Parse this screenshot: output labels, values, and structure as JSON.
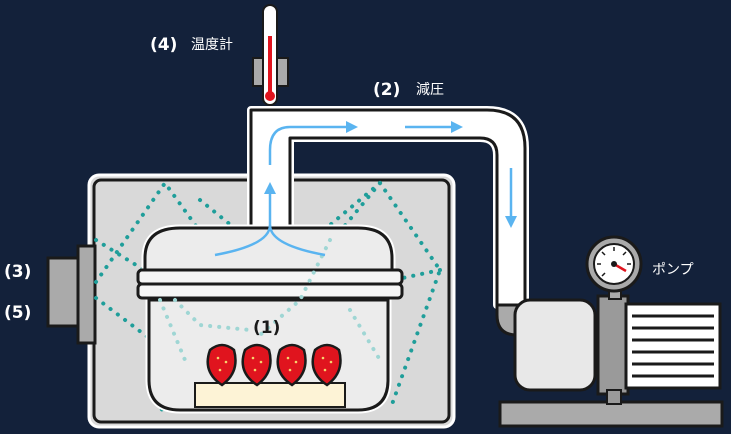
{
  "labels": {
    "item1_number": "(1)",
    "item2_number": "(2)",
    "item2_text": "減圧",
    "item3_number": "(3)",
    "item4_number": "(4)",
    "item4_text": "温度計",
    "item5_number": "(5)",
    "pump_text": "ポンプ"
  },
  "colors": {
    "background": "#13213a",
    "chamber_fill": "#d9d9d9",
    "outline": "#1a1a1a",
    "flow_arrow": "#5ab4f0",
    "microwave_dots": "#1f9e9a",
    "strawberry": "#e0141e",
    "tray": "#fdf3d6",
    "thermometer_fluid": "#e0141e"
  },
  "icons": {
    "thermometer": "thermometer-icon",
    "gauge": "pressure-gauge-icon",
    "pump": "vacuum-pump-icon",
    "magnetron": "magnetron-icon",
    "strawberry": "strawberry-icon"
  }
}
